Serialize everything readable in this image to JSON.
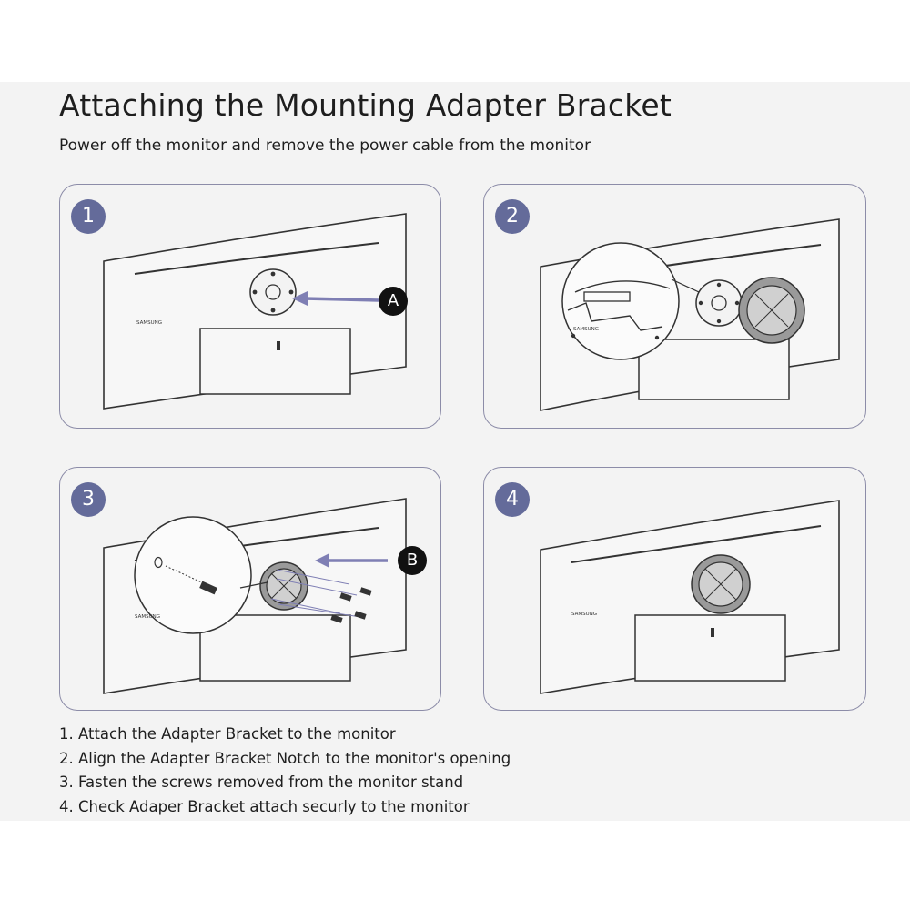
{
  "title": "Attaching the Mounting Adapter Bracket",
  "subtitle": "Power off the monitor and remove the power cable from the monitor",
  "panels": [
    {
      "step": "1",
      "callout": "A",
      "brand": "SAMSUNG"
    },
    {
      "step": "2",
      "brand": "SAMSUNG"
    },
    {
      "step": "3",
      "callout": "B",
      "brand": "SAMSUNG"
    },
    {
      "step": "4",
      "brand": "SAMSUNG"
    }
  ],
  "instructions": [
    "1. Attach the Adapter Bracket to the monitor",
    "2. Align the Adapter Bracket Notch to the monitor's opening",
    "3. Fasten the screws removed from the monitor stand",
    "4. Check Adaper Bracket attach securly to the monitor"
  ],
  "colors": {
    "badge": "#646b9a",
    "panel_border": "#8c8ca8",
    "arrow": "#7f7fb4",
    "callout": "#111111",
    "background": "#f3f3f3"
  }
}
